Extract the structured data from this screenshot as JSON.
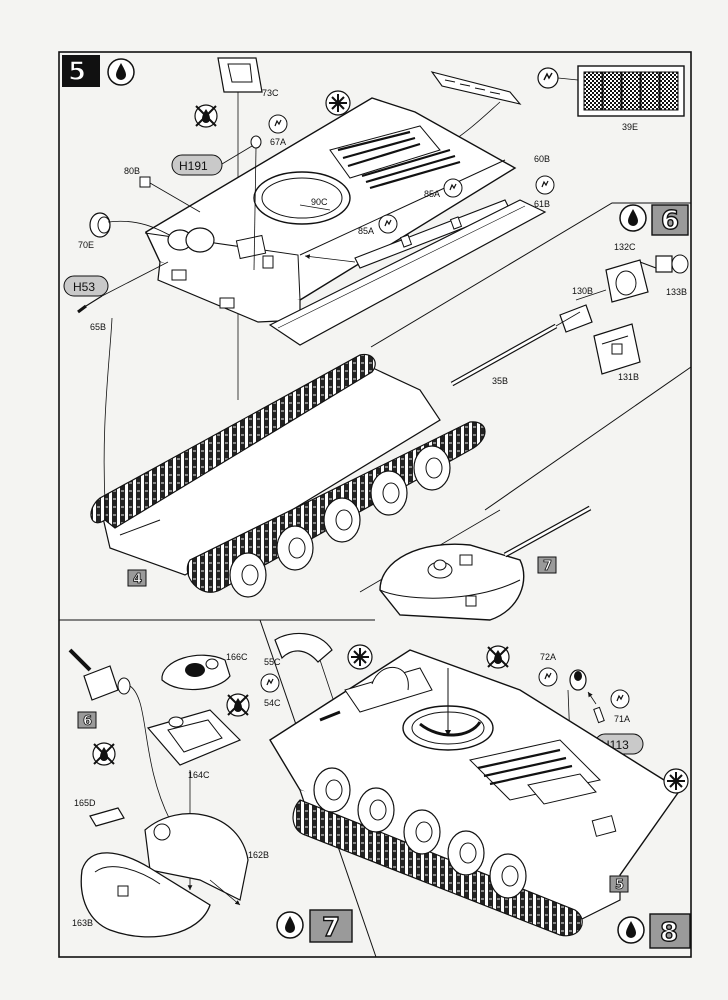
{
  "steps": {
    "s5": "5",
    "s6": "6",
    "s7": "7",
    "s8": "8"
  },
  "refs": {
    "r4": "4",
    "r7": "7",
    "r6": "6",
    "r5": "5"
  },
  "parts": {
    "p73C": "73C",
    "p67A": "67A",
    "p39E": "39E",
    "p80B": "80B",
    "p90C": "90C",
    "p60B": "60B",
    "p61B": "61B",
    "p85A_1": "85A",
    "p85A_2": "85A",
    "p70E": "70E",
    "p65B": "65B",
    "p132C": "132C",
    "p133B": "133B",
    "p130B": "130B",
    "p131B": "131B",
    "p35B": "35B",
    "p166C": "166C",
    "p164C": "164C",
    "p165D": "165D",
    "p162B": "162B",
    "p163B": "163B",
    "p55C": "55C",
    "p54C": "54C",
    "p72A": "72A",
    "p71A": "71A"
  },
  "paints": {
    "h191": "H191",
    "h53": "H53",
    "h113": "H113"
  },
  "colors": {
    "ink": "#111111",
    "paper": "#f4f4f2",
    "paint_badge": "#c9c9c9",
    "ref_box": "#9a9a9a"
  }
}
